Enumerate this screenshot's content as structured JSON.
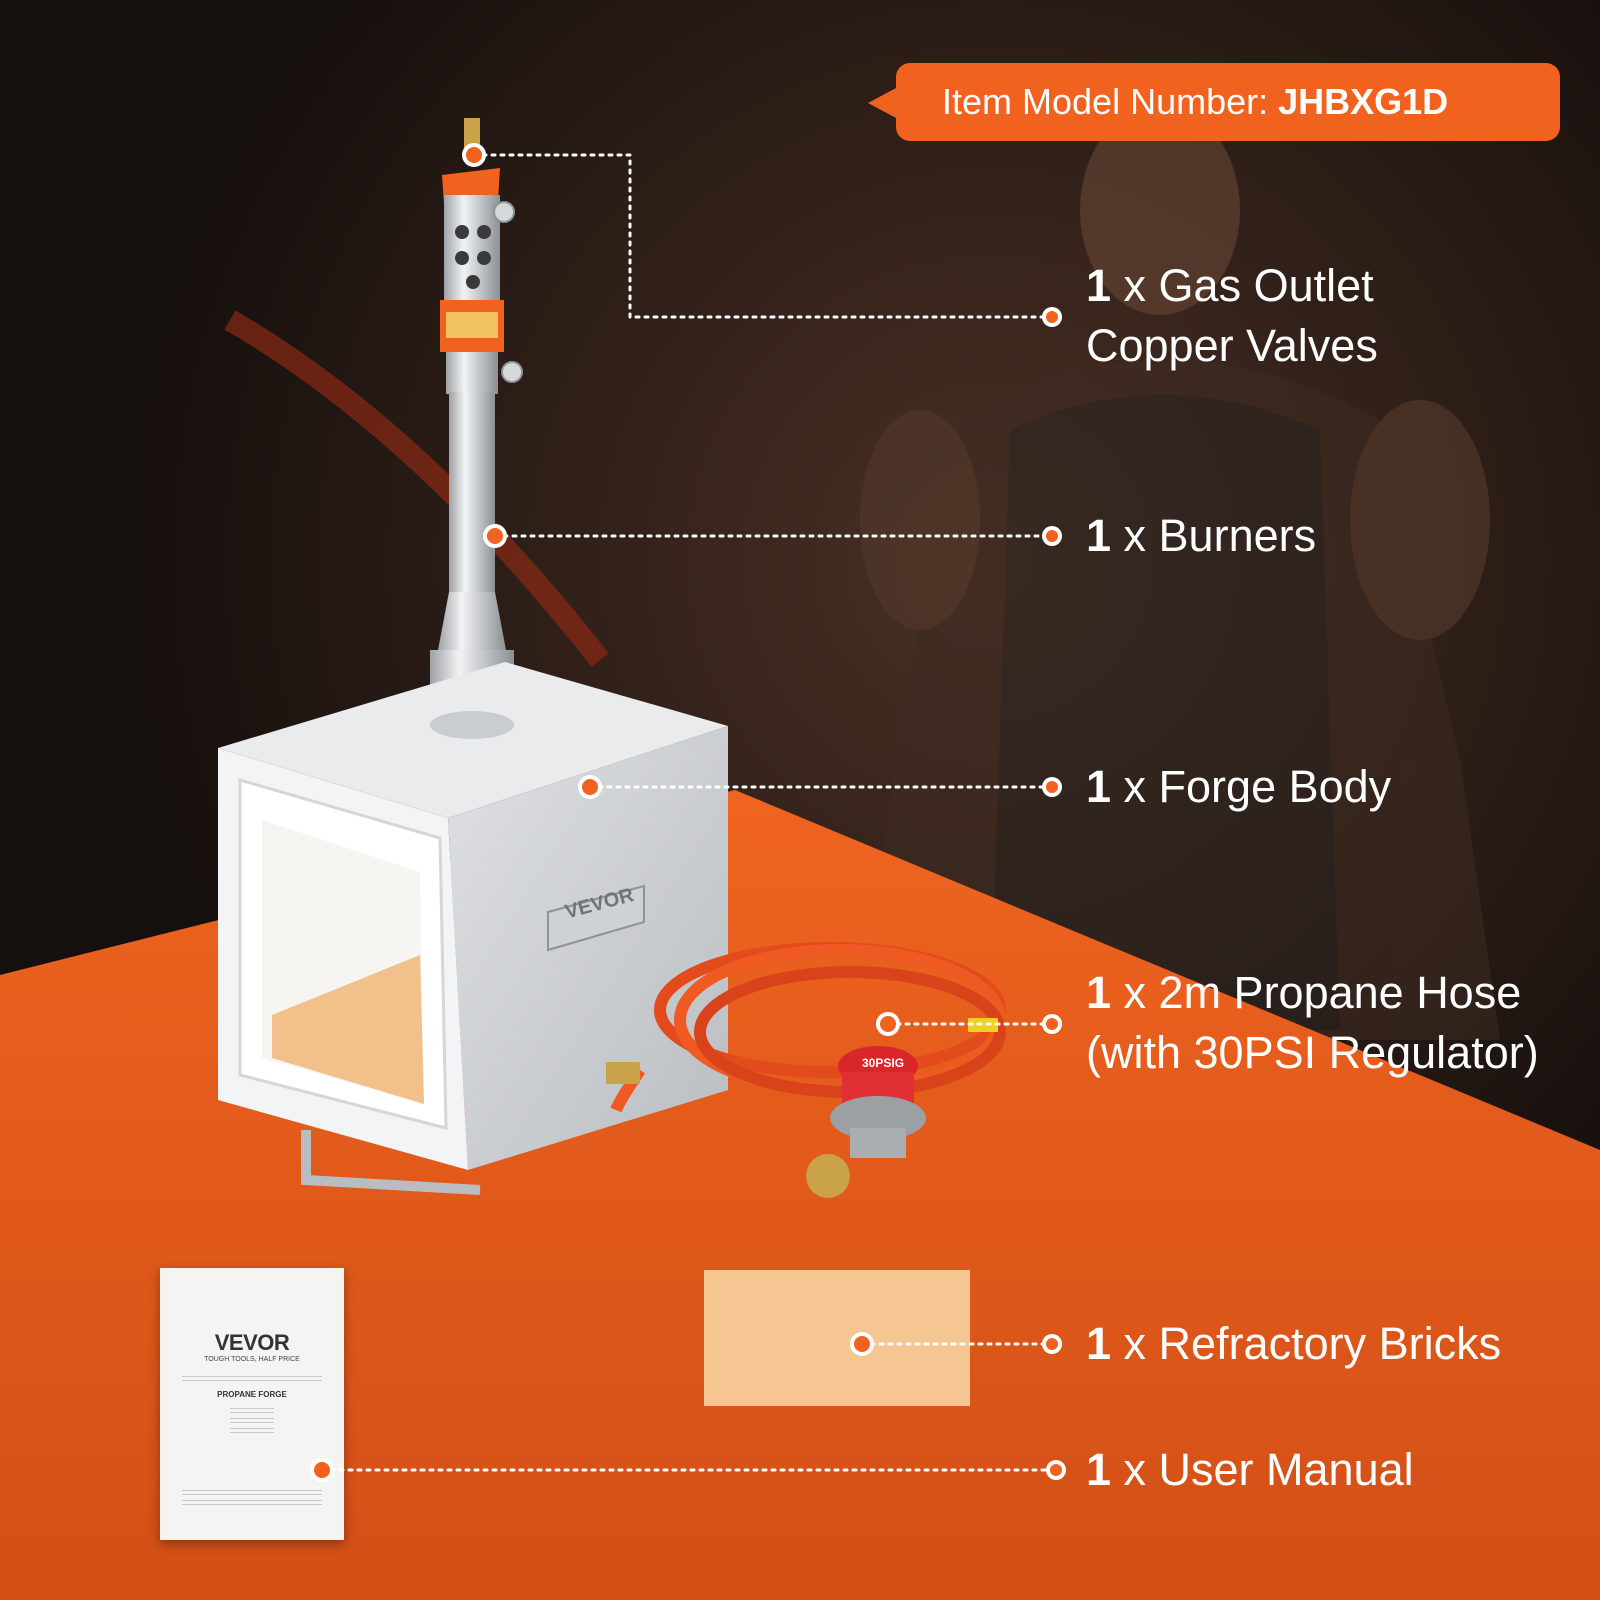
{
  "model": {
    "prefix": "Item Model Number:",
    "number": "JHBXG1D"
  },
  "components": [
    {
      "qty": "1",
      "line1": " x Gas Outlet",
      "line2": "Copper Valves"
    },
    {
      "qty": "1",
      "line1": " x Burners"
    },
    {
      "qty": "1",
      "line1": " x Forge Body"
    },
    {
      "qty": "1",
      "line1": " x 2m Propane Hose",
      "line2": "(with 30PSI Regulator)"
    },
    {
      "qty": "1",
      "line1": " x Refractory Bricks"
    },
    {
      "qty": "1",
      "line1": " x User Manual"
    }
  ],
  "product": {
    "brand_plate": "VEVOR",
    "regulator_label": "30PSIG"
  },
  "manual": {
    "brand": "VEVOR",
    "slogan": "TOUGH TOOLS, HALF PRICE",
    "title": "PROPANE FORGE"
  },
  "colors": {
    "accent": "#f2621f",
    "background_dark": "#1b1513",
    "floor_orange": "#e8591c"
  }
}
